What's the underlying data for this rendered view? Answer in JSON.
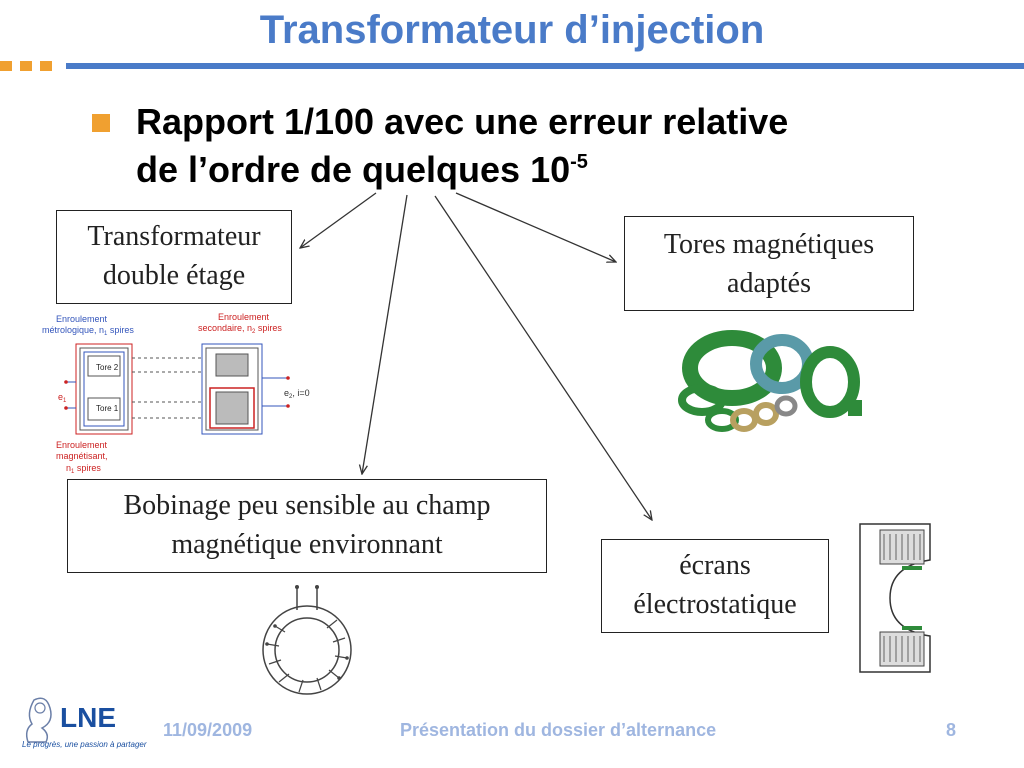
{
  "slide": {
    "title": "Transformateur d’injection",
    "bullet": {
      "text_main": "Rapport 1/100 avec une erreur relative",
      "text_line2": "de l’ordre de quelques 10",
      "exponent": "-5"
    }
  },
  "boxes": {
    "transfo_line1": "Transformateur",
    "transfo_line2": "double étage",
    "tores_line1": "Tores magnétiques",
    "tores_line2": "adaptés",
    "bobinage_line1": "Bobinage peu sensible au champ",
    "bobinage_line2": "magnétique environnant",
    "ecrans_line1": "écrans",
    "ecrans_line2": "électrostatique"
  },
  "schematic": {
    "label_enroulement_metro": "Enroulement",
    "label_metro_spires": "métrologique, n",
    "label_metro_sub": "1",
    "label_metro_end": " spires",
    "label_enroulement_sec": "Enroulement",
    "label_sec_spires": "secondaire, n",
    "label_sec_sub": "2",
    "label_sec_end": " spires",
    "label_tore2": "Tore 2",
    "label_tore1": "Tore 1",
    "label_e1": "e",
    "label_e1_sub": "1",
    "label_e2": "e",
    "label_e2_sub": "2",
    "label_e2_end": ", i=0",
    "label_magn_1": "Enroulement",
    "label_magn_2": "magnétisant,",
    "label_magn_3": "n",
    "label_magn_sub": "1",
    "label_magn_end": " spires"
  },
  "footer": {
    "date": "11/09/2009",
    "title": "Présentation du dossier d’alternance",
    "page": "8"
  },
  "logo": {
    "text": "LNE",
    "slogan": "Le progrès, une passion à partager"
  },
  "colors": {
    "title": "#4a7bc8",
    "accent_orange": "#f0a030",
    "footer": "#9fb6e0",
    "tore_green": "#2e8b3a",
    "schematic_red": "#cc2222",
    "schematic_blue": "#3355bb"
  }
}
